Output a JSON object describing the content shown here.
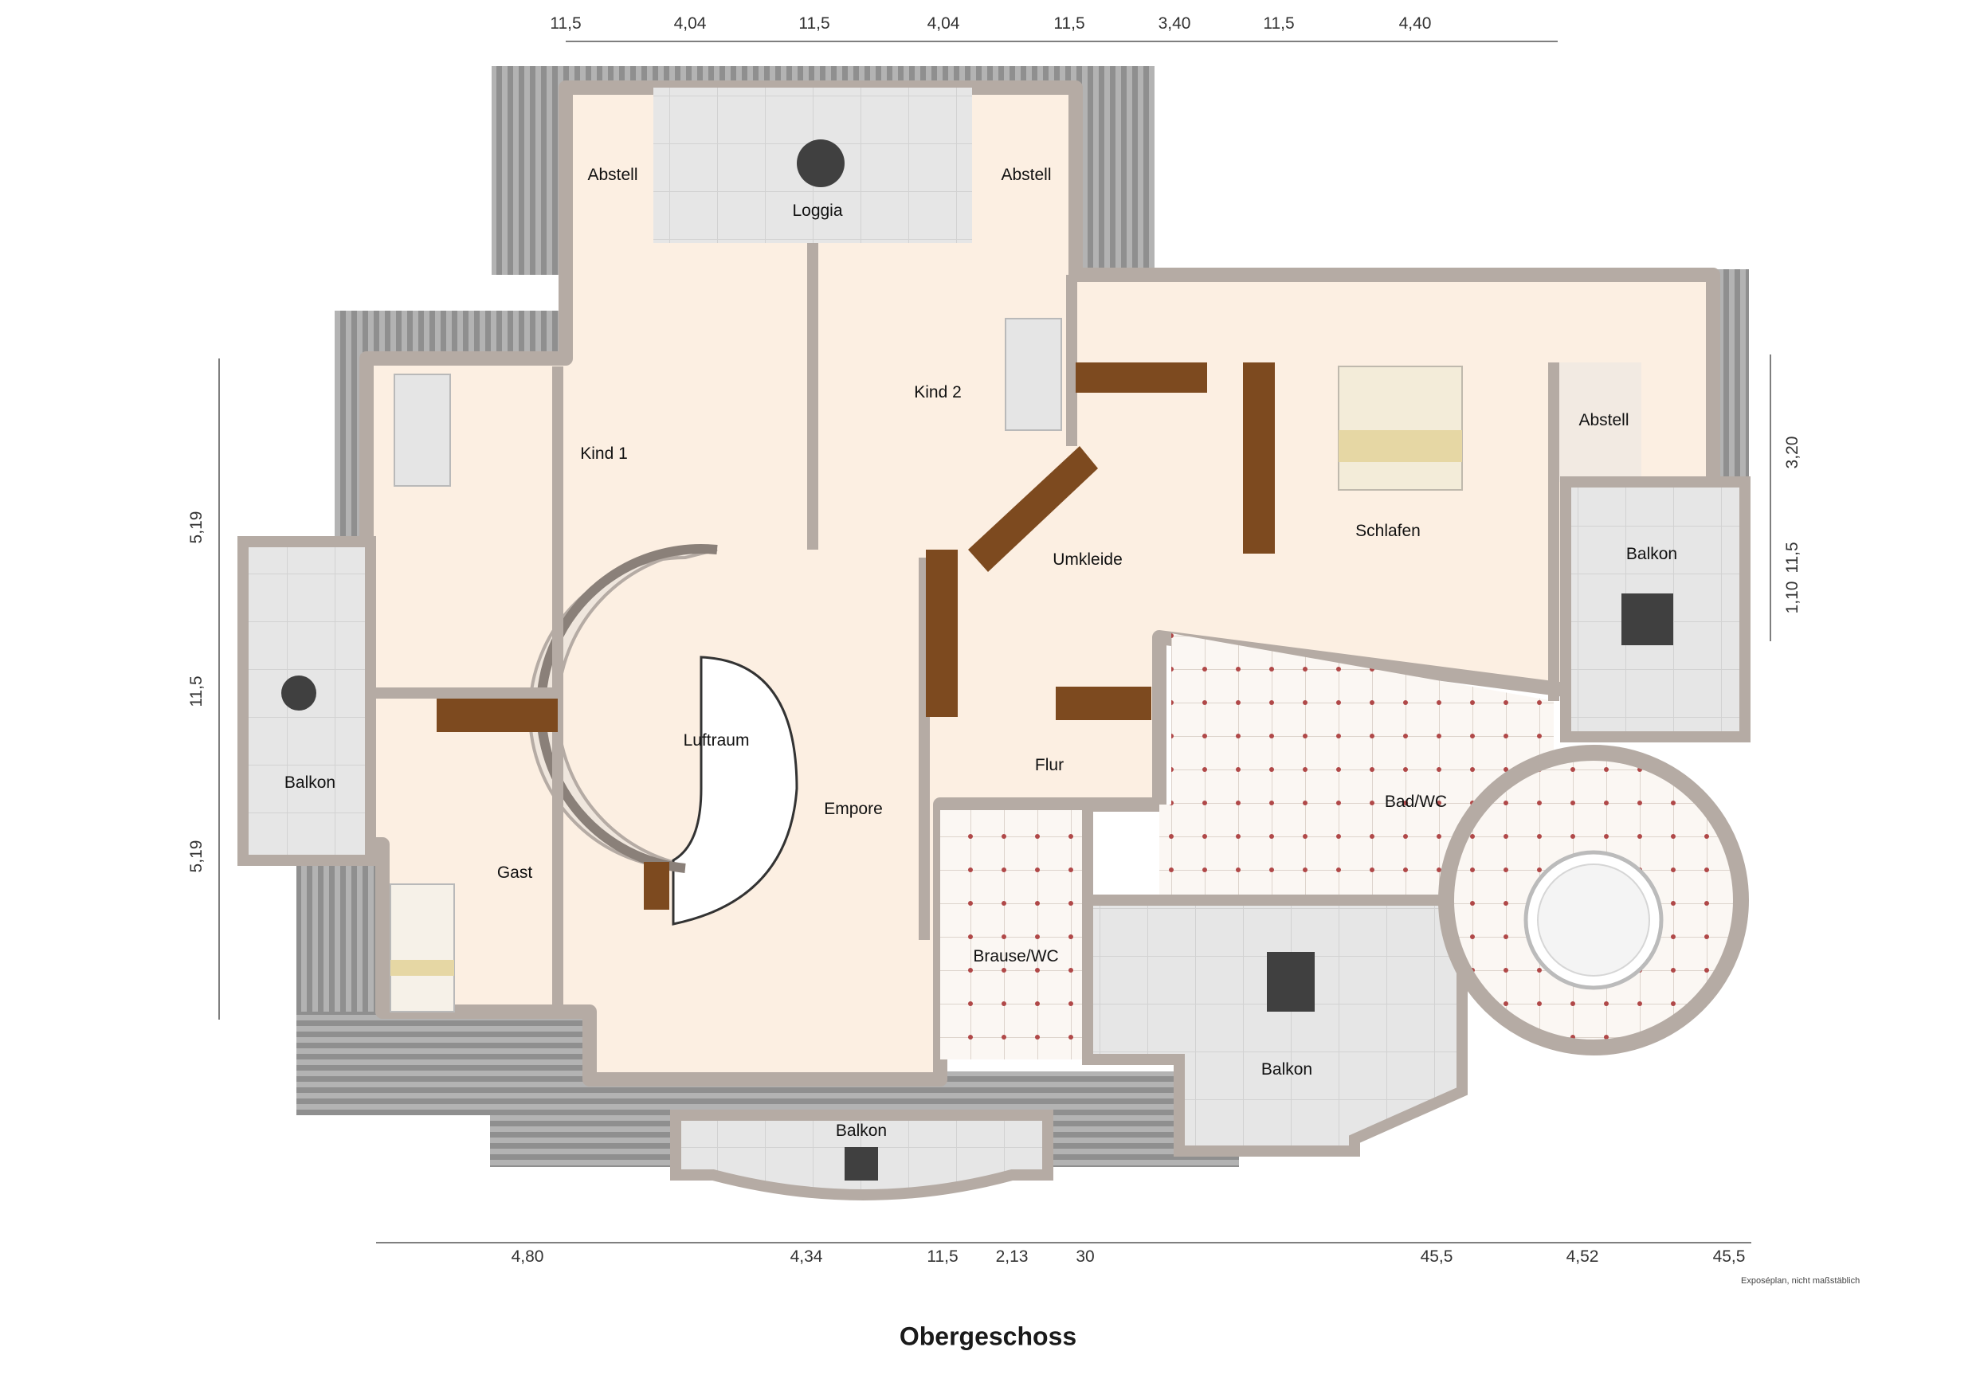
{
  "title": "Obergeschoss",
  "note": "Exposéplan, nicht maßstäblich",
  "rooms": {
    "abstell_left": "Abstell",
    "loggia": "Loggia",
    "abstell_center": "Abstell",
    "kind1": "Kind 1",
    "kind2": "Kind 2",
    "abstell_right": "Abstell",
    "umkleide": "Umkleide",
    "schlafen": "Schlafen",
    "balkon_right": "Balkon",
    "balkon_left": "Balkon",
    "luftraum": "Luftraum",
    "empore": "Empore",
    "flur": "Flur",
    "bad_wc": "Bad/WC",
    "gast": "Gast",
    "brause_wc": "Brause/WC",
    "balkon_bottom_right": "Balkon",
    "balkon_bottom_center": "Balkon"
  },
  "dimensions": {
    "top": [
      "11,5",
      "4,04",
      "11,5",
      "4,04",
      "11,5",
      "3,40",
      "11,5",
      "4,40"
    ],
    "bottom": [
      "4,80",
      "4,34",
      "11,5",
      "2,13",
      "30",
      "45,5",
      "4,52",
      "45,5"
    ],
    "left": [
      "5,19",
      "11,5",
      "5,19"
    ],
    "right": [
      "3,20",
      "11,5",
      "1,10"
    ]
  },
  "colors": {
    "wall": "#b5aba4",
    "floor": "#fcefe2",
    "roof": "#9a9a9a",
    "balcony": "#e8e8e8",
    "tile_dot": "#b04848",
    "wood": "#7d4a1f"
  }
}
